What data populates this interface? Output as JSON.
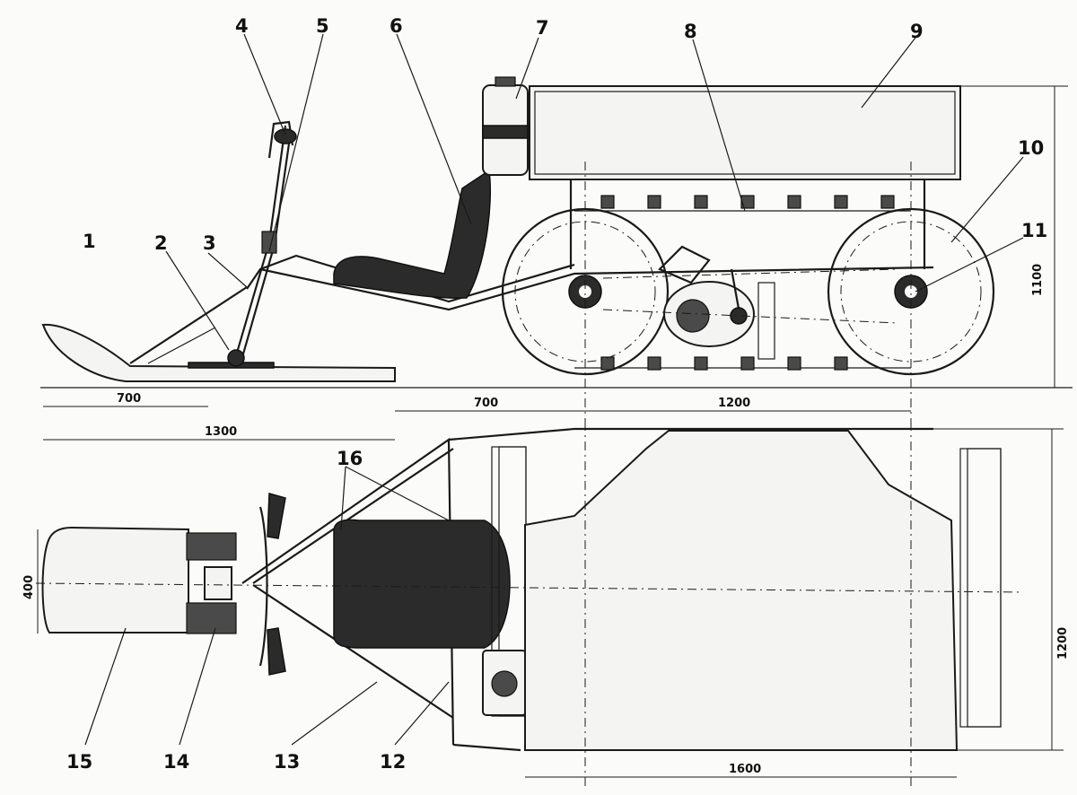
{
  "callouts": [
    "1",
    "2",
    "3",
    "4",
    "5",
    "6",
    "7",
    "8",
    "9",
    "10",
    "11",
    "12",
    "13",
    "14",
    "15",
    "16"
  ],
  "dimensions": {
    "ski_length_a": "700",
    "ski_length_b": "1300",
    "front_offset": "700",
    "wheelbase": "1200",
    "height": "1100",
    "ski_width": "400",
    "track_width": "1200",
    "body_length": "1600"
  },
  "colors": {
    "ink": "#1a1a1a",
    "paper": "#fbfbf9",
    "seat": "#2b2b2b"
  }
}
